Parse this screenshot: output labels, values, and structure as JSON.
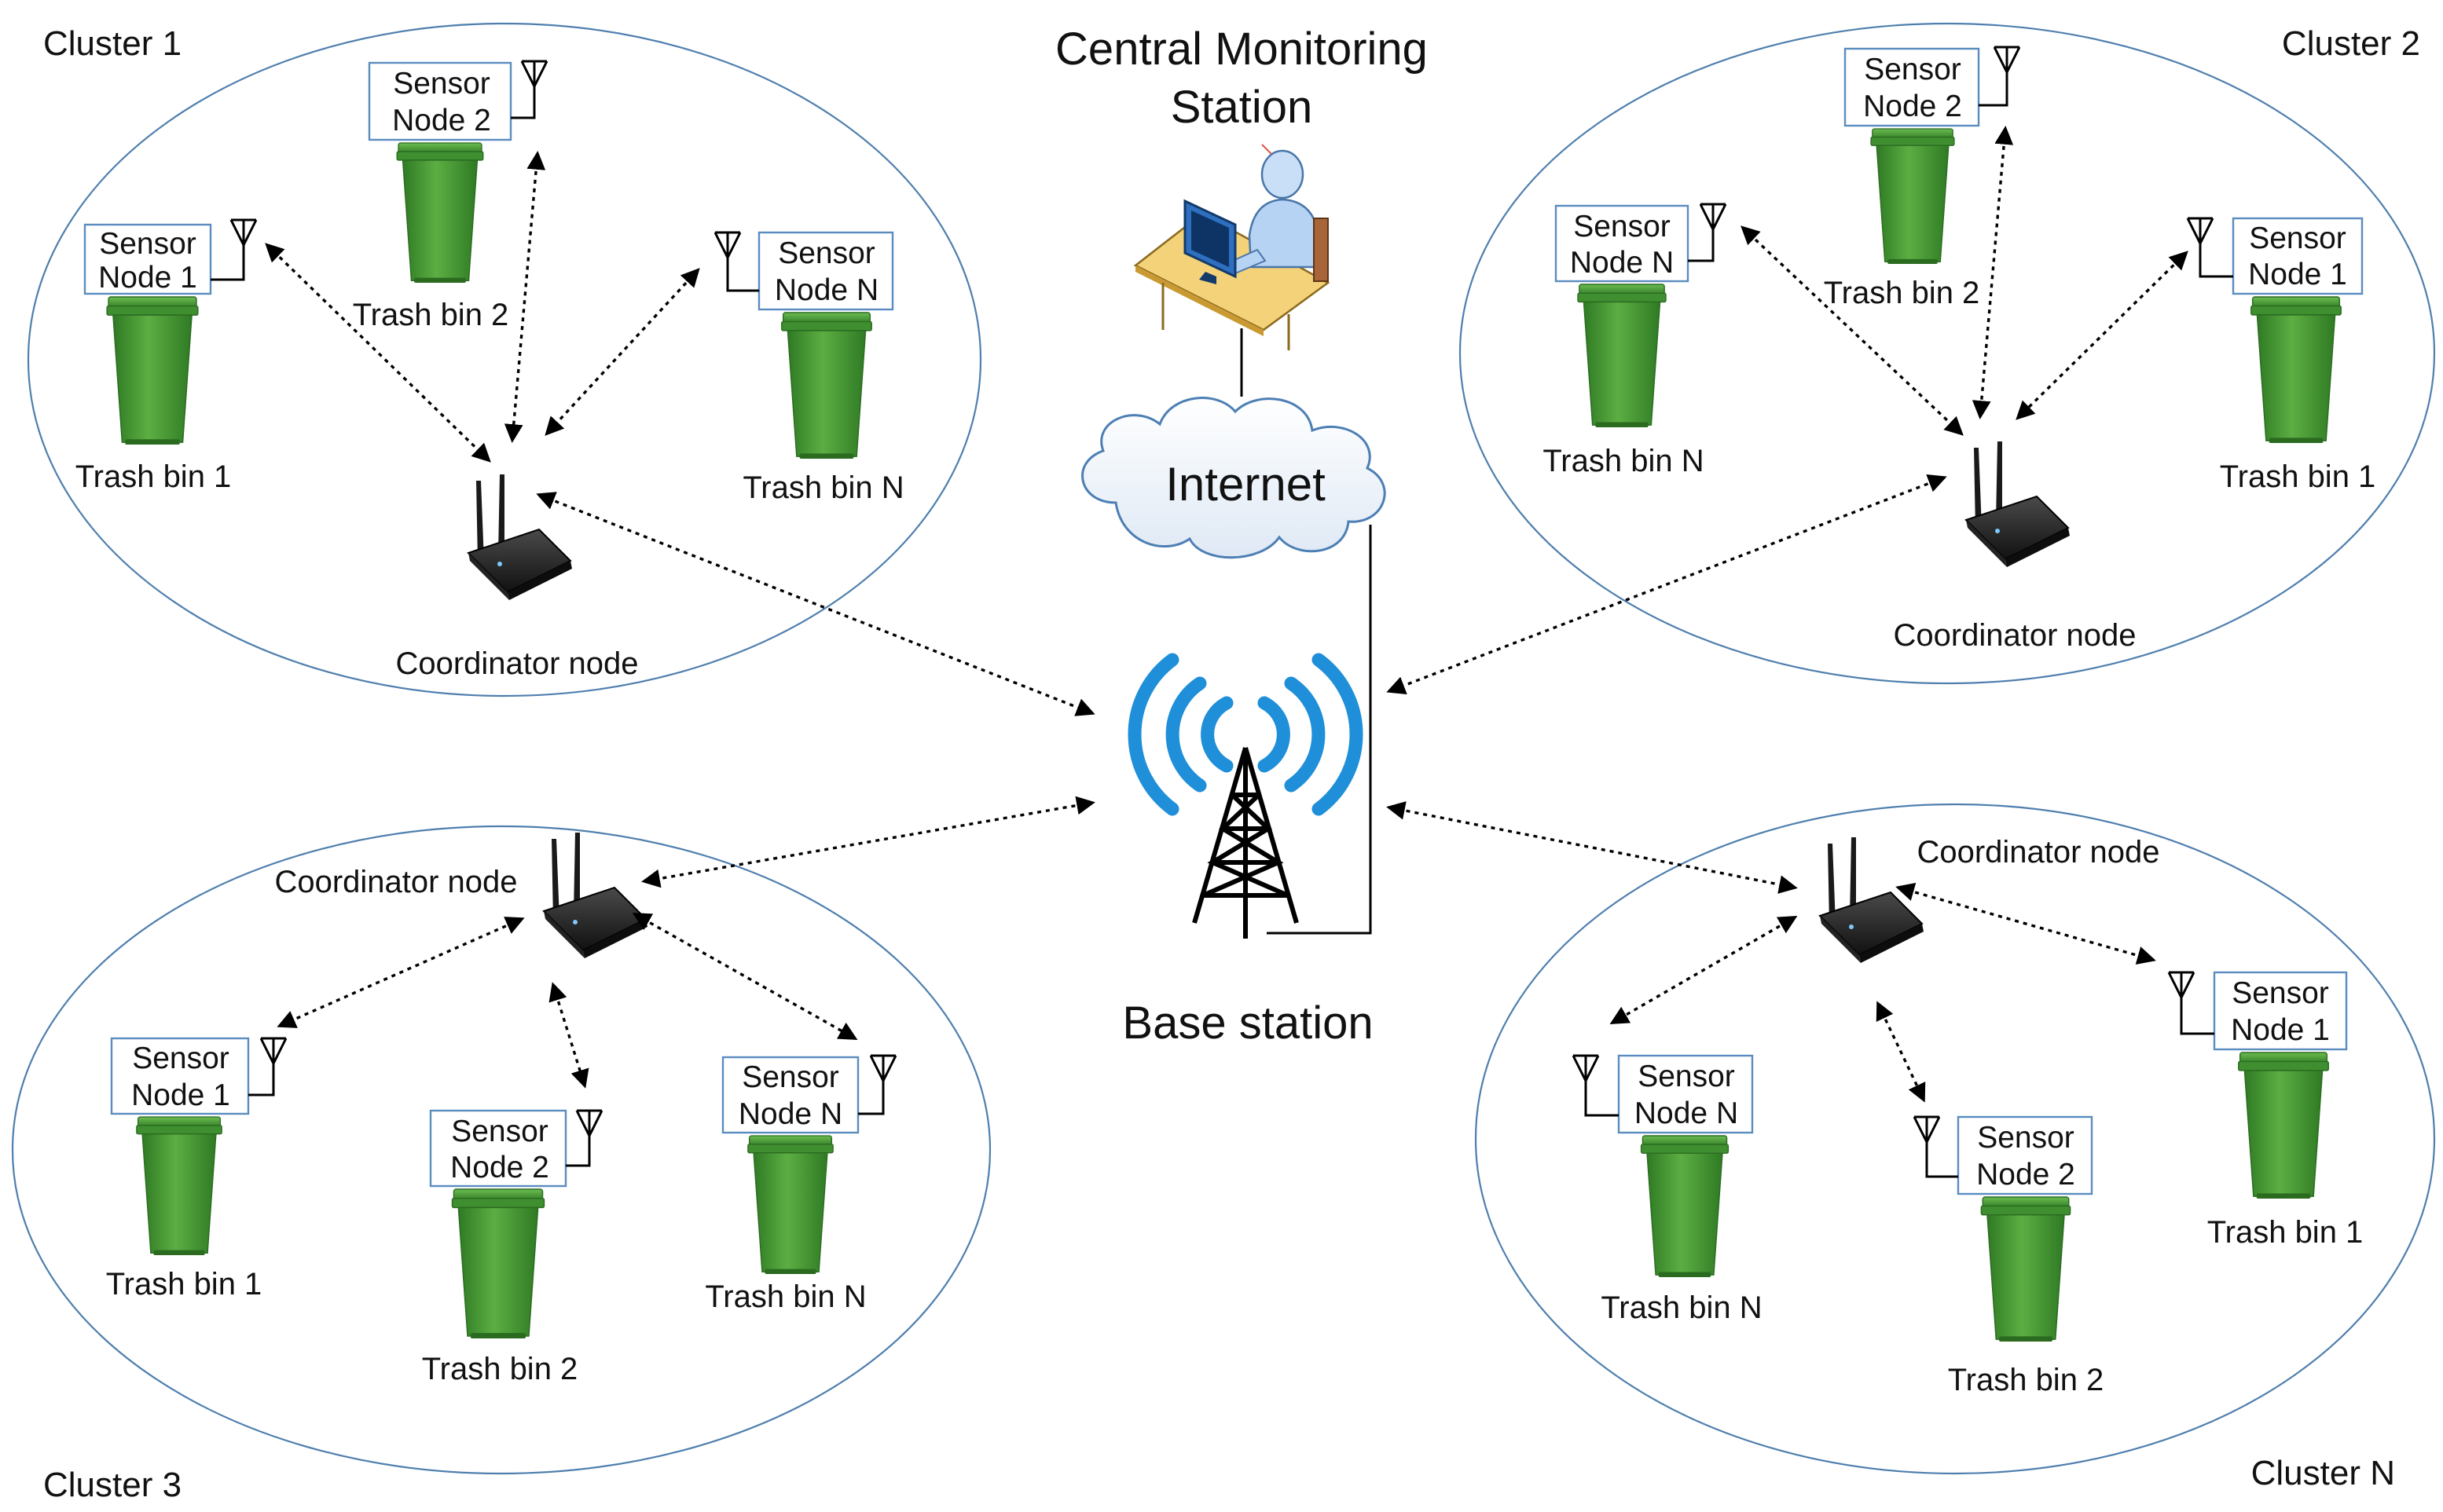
{
  "station": {
    "title_line1": "Central Monitoring",
    "title_line2": "Station"
  },
  "internet": {
    "label": "Internet"
  },
  "base_station": {
    "label": "Base station"
  },
  "colors": {
    "bin_green": "#4f9f3a",
    "bin_green_dark": "#2f7a24",
    "ellipse_stroke": "#4f7fae",
    "signal_blue": "#1e8fd8",
    "sensor_box_stroke": "#5a8cc0"
  },
  "clusters": [
    {
      "label": "Cluster 1",
      "coordinator_label": "Coordinator node",
      "nodes": [
        {
          "sensor_line1": "Sensor",
          "sensor_line2": "Node 1",
          "bin_label": "Trash bin 1"
        },
        {
          "sensor_line1": "Sensor",
          "sensor_line2": "Node 2",
          "bin_label": "Trash bin 2"
        },
        {
          "sensor_line1": "Sensor",
          "sensor_line2": "Node N",
          "bin_label": "Trash bin N"
        }
      ]
    },
    {
      "label": "Cluster 2",
      "coordinator_label": "Coordinator node",
      "nodes": [
        {
          "sensor_line1": "Sensor",
          "sensor_line2": "Node N",
          "bin_label": "Trash bin N"
        },
        {
          "sensor_line1": "Sensor",
          "sensor_line2": "Node 2",
          "bin_label": "Trash bin 2"
        },
        {
          "sensor_line1": "Sensor",
          "sensor_line2": "Node 1",
          "bin_label": "Trash bin 1"
        }
      ]
    },
    {
      "label": "Cluster 3",
      "coordinator_label": "Coordinator node",
      "nodes": [
        {
          "sensor_line1": "Sensor",
          "sensor_line2": "Node 1",
          "bin_label": "Trash bin 1"
        },
        {
          "sensor_line1": "Sensor",
          "sensor_line2": "Node 2",
          "bin_label": "Trash bin 2"
        },
        {
          "sensor_line1": "Sensor",
          "sensor_line2": "Node N",
          "bin_label": "Trash bin N"
        }
      ]
    },
    {
      "label": "Cluster N",
      "coordinator_label": "Coordinator node",
      "nodes": [
        {
          "sensor_line1": "Sensor",
          "sensor_line2": "Node N",
          "bin_label": "Trash bin N"
        },
        {
          "sensor_line1": "Sensor",
          "sensor_line2": "Node 2",
          "bin_label": "Trash bin 2"
        },
        {
          "sensor_line1": "Sensor",
          "sensor_line2": "Node 1",
          "bin_label": "Trash bin 1"
        }
      ]
    }
  ]
}
